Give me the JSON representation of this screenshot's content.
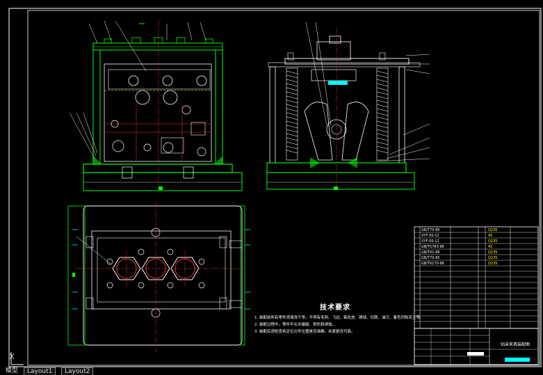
{
  "drawing": {
    "frame_color": "#ffffff",
    "outline_color": "#00ff00",
    "hidden_color": "#ffff00",
    "center_color": "#ff3030",
    "dim_color": "#00ffff",
    "part_color": "#ffffff"
  },
  "technical_notes": {
    "title": "技术要求",
    "lines": [
      "1. 装配前所有零件须清洗干净，不得有毛刺、飞边、氧化皮、锈蚀、切屑、油污、着色剂和灰尘等。",
      "2. 装配过程中，零件不允许磕碰、划伤和锈蚀。",
      "3. 装配后须检查各定位元件位置是否准确，夹紧是否可靠。"
    ]
  },
  "parts_list": {
    "rows": [
      {
        "code": "GB/T70-85",
        "qty": "",
        "mat": "Q235"
      },
      {
        "code": "XYF-00-12",
        "qty": "",
        "mat": "45"
      },
      {
        "code": "XYF-00-11",
        "qty": "",
        "mat": "Q235"
      },
      {
        "code": "GB/T5783-86",
        "qty": "",
        "mat": "45"
      },
      {
        "code": "GB/T41-86",
        "qty": "",
        "mat": "Q235"
      },
      {
        "code": "GB/T70-85",
        "qty": "",
        "mat": "Q235"
      },
      {
        "code": "GB/T6170-86",
        "qty": "",
        "mat": "Q235"
      }
    ]
  },
  "title_block": {
    "name": "钻床夹具装配图"
  },
  "layout_tabs": {
    "model": "模型",
    "layout1": "Layout1",
    "layout2": "Layout2"
  }
}
